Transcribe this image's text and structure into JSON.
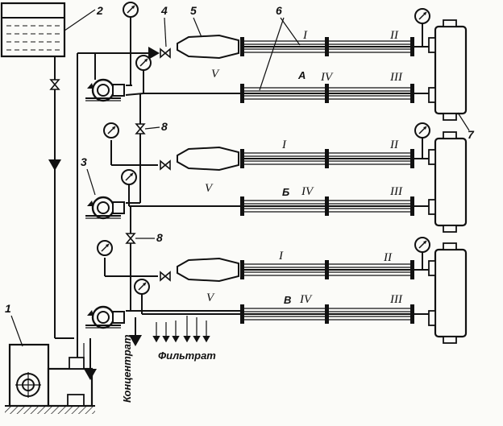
{
  "callouts": {
    "n1": "1",
    "n2": "2",
    "n3": "3",
    "n4": "4",
    "n5": "5",
    "n6": "6",
    "n7": "7",
    "n8a": "8",
    "n8b": "8"
  },
  "modules": [
    {
      "letter": "A",
      "I": "I",
      "II": "II",
      "III": "III",
      "IV": "IV",
      "V": "V"
    },
    {
      "letter": "Б",
      "I": "I",
      "II": "II",
      "III": "III",
      "IV": "IV",
      "V": "V"
    },
    {
      "letter": "В",
      "I": "I",
      "II": "II",
      "III": "III",
      "IV": "IV",
      "V": "V"
    }
  ],
  "labels": {
    "filtrate": "Фильтрат",
    "concentrate": "Концентрат"
  }
}
